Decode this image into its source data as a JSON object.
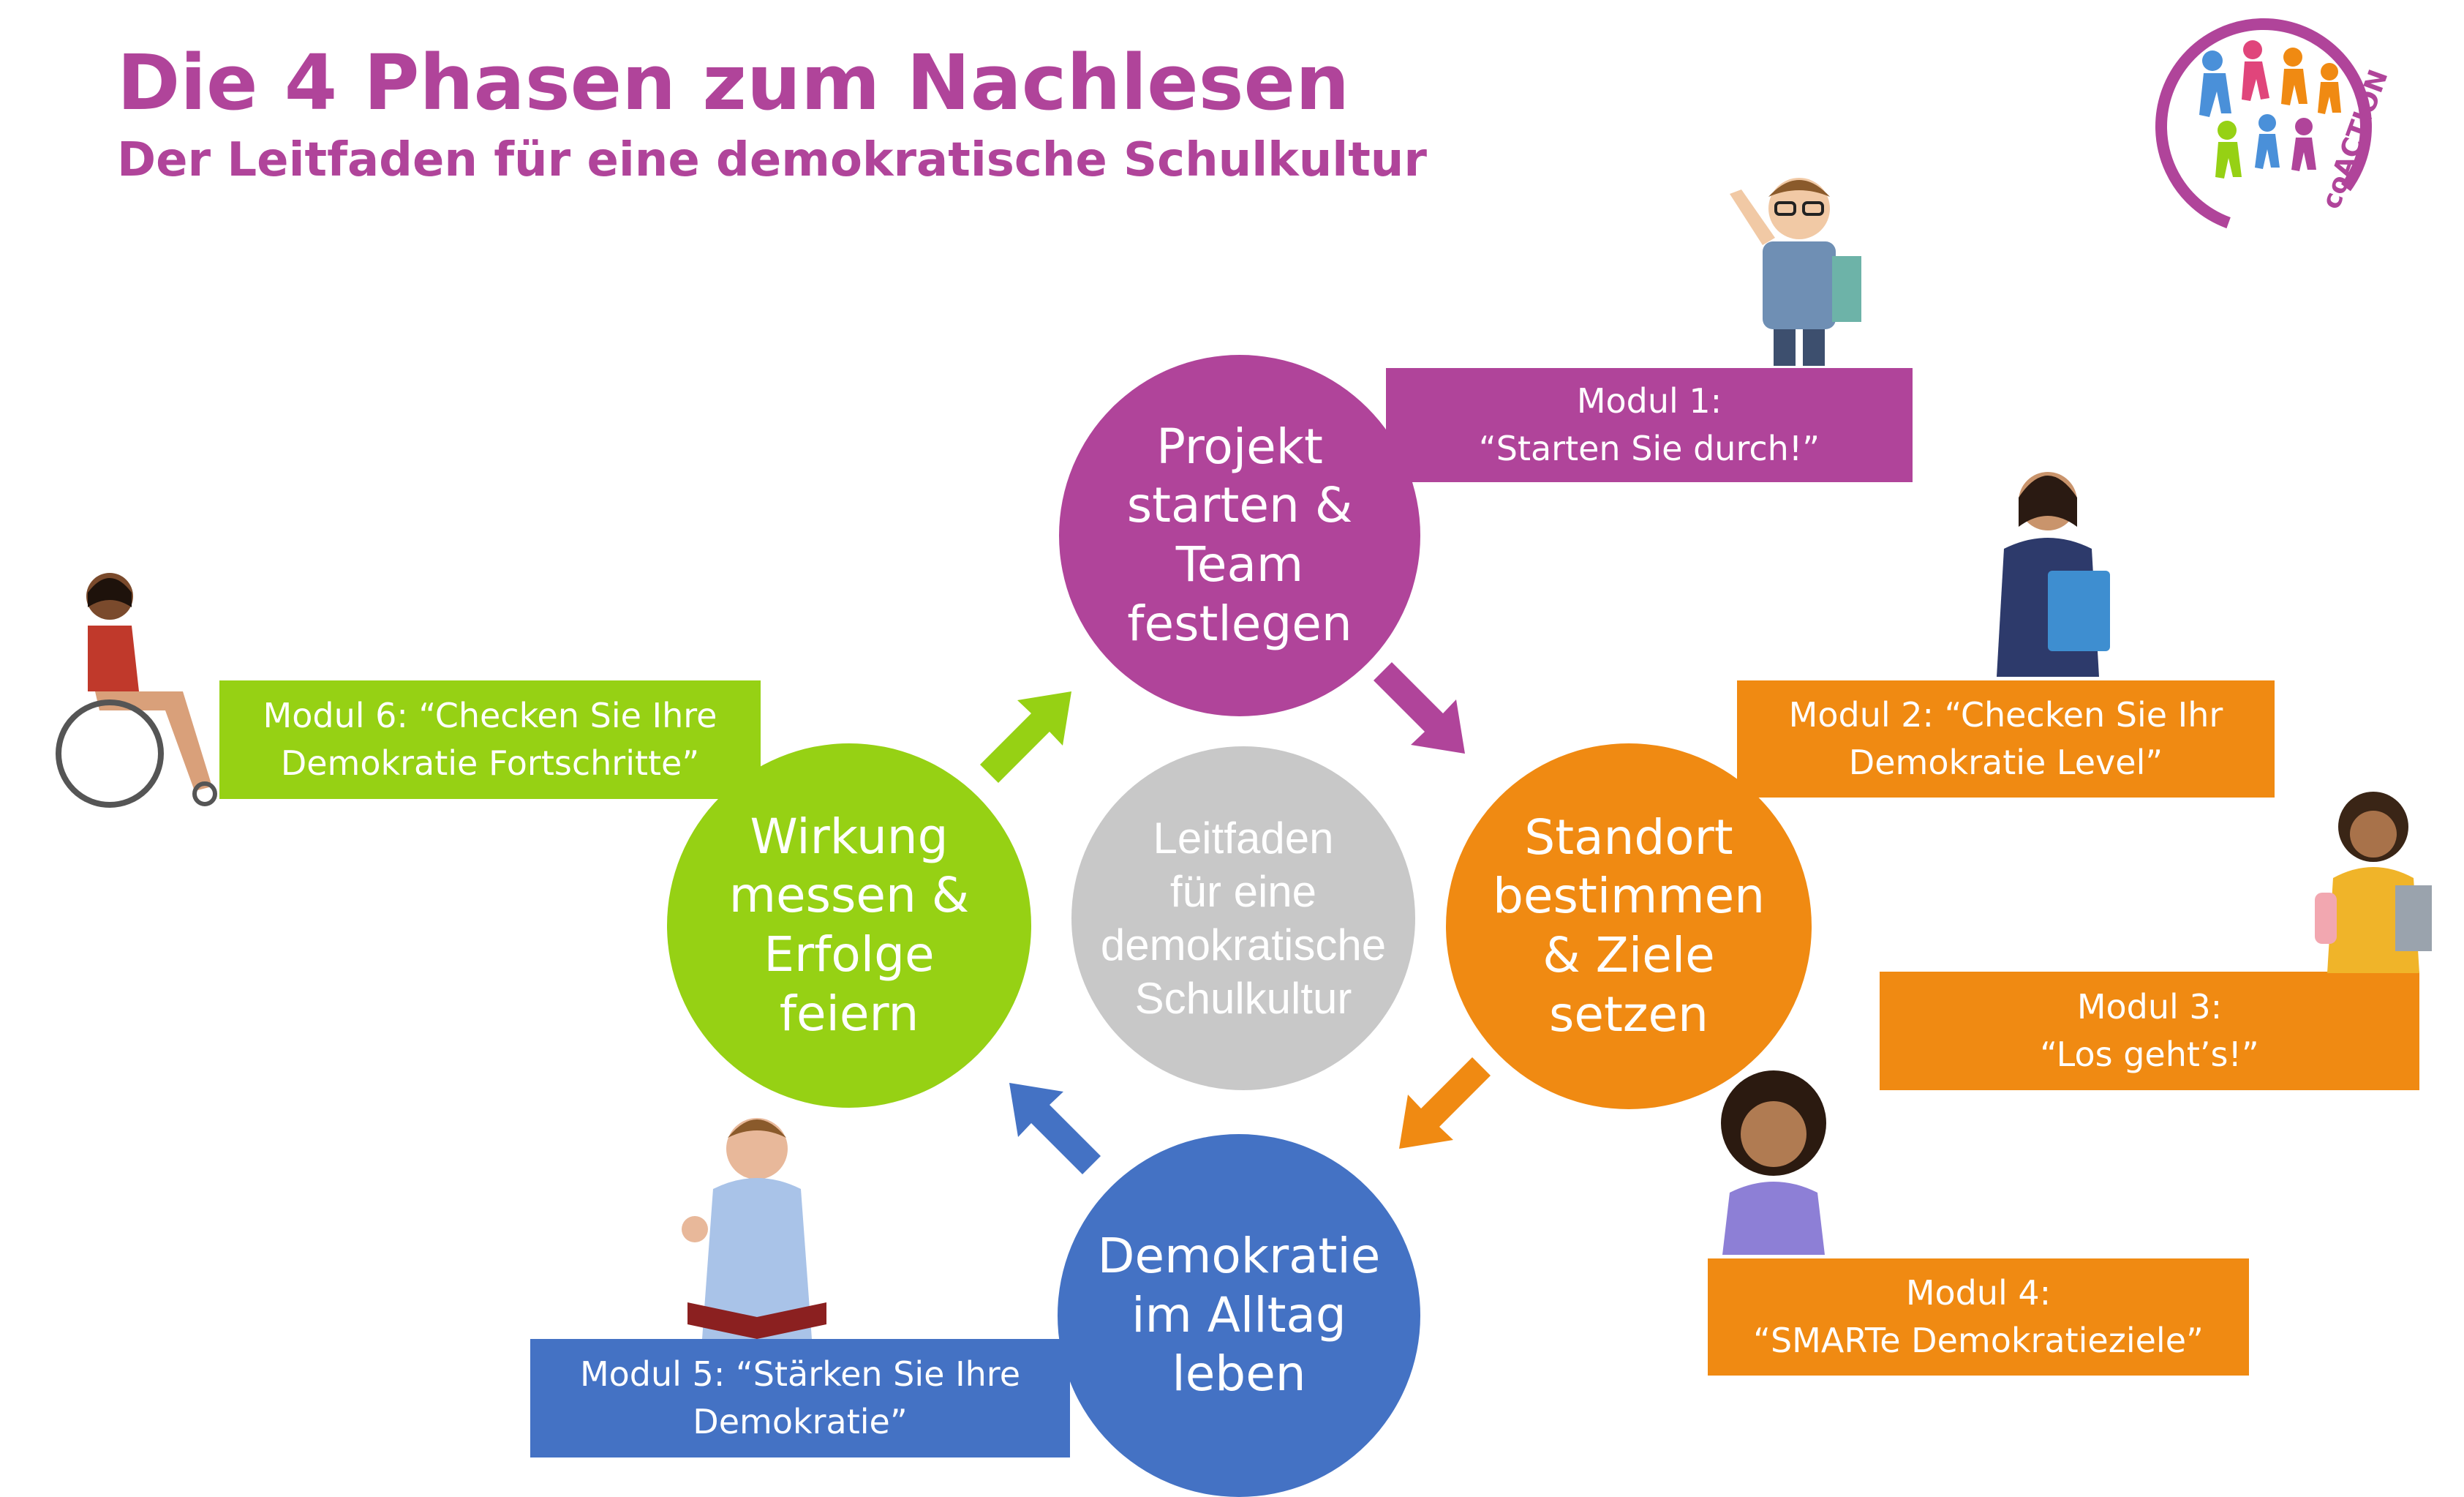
{
  "header": {
    "title": "Die 4 Phasen zum Nachlesen",
    "subtitle": "Der Leitfaden für eine demokratische Schulkultur"
  },
  "logo": {
    "text": "coACTION",
    "ring_color": "#b0449a"
  },
  "center": {
    "label": "Leitfaden\nfür eine\ndemokratische\nSchulkultur",
    "color": "#c8c8c8"
  },
  "phases": [
    {
      "label": "Projekt\nstarten &\nTeam\nfestlegen",
      "color": "#b0449a"
    },
    {
      "label": "Standort\nbestimmen\n& Ziele\nsetzen",
      "color": "#f08a12"
    },
    {
      "label": "Demokratie\nim Alltag\nleben",
      "color": "#4472c4"
    },
    {
      "label": "Wirkung\nmessen &\nErfolge\nfeiern",
      "color": "#96d114"
    }
  ],
  "modules": [
    {
      "label": "Modul 1:\n“Starten Sie durch!”",
      "color": "#b0449a"
    },
    {
      "label": "Modul 2: “Checken Sie Ihr\nDemokratie Level”",
      "color": "#f08a12"
    },
    {
      "label": "Modul 3:\n“Los geht’s!”",
      "color": "#f08a12"
    },
    {
      "label": "Modul 4:\n“SMARTe Demokratieziele”",
      "color": "#f08a12"
    },
    {
      "label": "Modul 5: “Stärken Sie Ihre\nDemokratie”",
      "color": "#4472c4"
    },
    {
      "label": "Modul 6: “Checken Sie Ihre\nDemokratie Fortschritte”",
      "color": "#96d114"
    }
  ],
  "icons": {
    "arrows": [
      "arrow-down-right-icon",
      "arrow-down-left-icon",
      "arrow-up-left-icon",
      "arrow-up-right-icon"
    ],
    "figures": [
      "child-with-glasses-icon",
      "woman-with-folder-icon",
      "student-with-books-icon",
      "girl-smiling-icon",
      "man-with-book-icon",
      "woman-in-wheelchair-icon"
    ]
  }
}
